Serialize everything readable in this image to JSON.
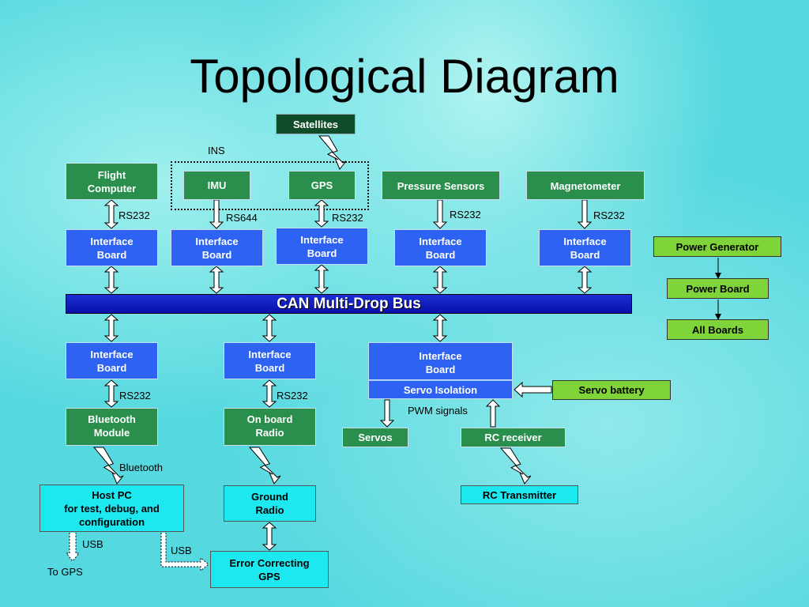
{
  "title": "Topological Diagram",
  "ins_label": "INS",
  "bus_label": "CAN Multi-Drop Bus",
  "nodes": {
    "satellites": "Satellites",
    "flight_computer": "Flight\nComputer",
    "imu": "IMU",
    "gps": "GPS",
    "pressure_sensors": "Pressure Sensors",
    "magnetometer": "Magnetometer",
    "ib1": "Interface\nBoard",
    "ib2": "Interface\nBoard",
    "ib3": "Interface\nBoard",
    "ib4": "Interface\nBoard",
    "ib5": "Interface\nBoard",
    "power_generator": "Power Generator",
    "power_board": "Power Board",
    "all_boards": "All Boards",
    "ib6": "Interface\nBoard",
    "ib7": "Interface\nBoard",
    "ib8": "Interface\nBoard",
    "servo_isolation": "Servo Isolation",
    "servo_battery": "Servo battery",
    "bluetooth_module": "Bluetooth\nModule",
    "onboard_radio": "On board\nRadio",
    "servos": "Servos",
    "rc_receiver": "RC receiver",
    "host_pc": "Host PC\nfor test, debug, and\nconfiguration",
    "ground_radio": "Ground\nRadio",
    "rc_transmitter": "RC Transmitter",
    "ecgps": "Error Correcting\nGPS"
  },
  "labels": {
    "rs232_fc": "RS232",
    "rs644_imu": "RS644",
    "rs232_gps": "RS232",
    "rs232_ps": "RS232",
    "rs232_mag": "RS232",
    "rs232_bt": "RS232",
    "rs232_radio": "RS232",
    "pwm": "PWM signals",
    "bluetooth": "Bluetooth",
    "usb1": "USB",
    "usb2": "USB",
    "to_gps": "To GPS"
  }
}
